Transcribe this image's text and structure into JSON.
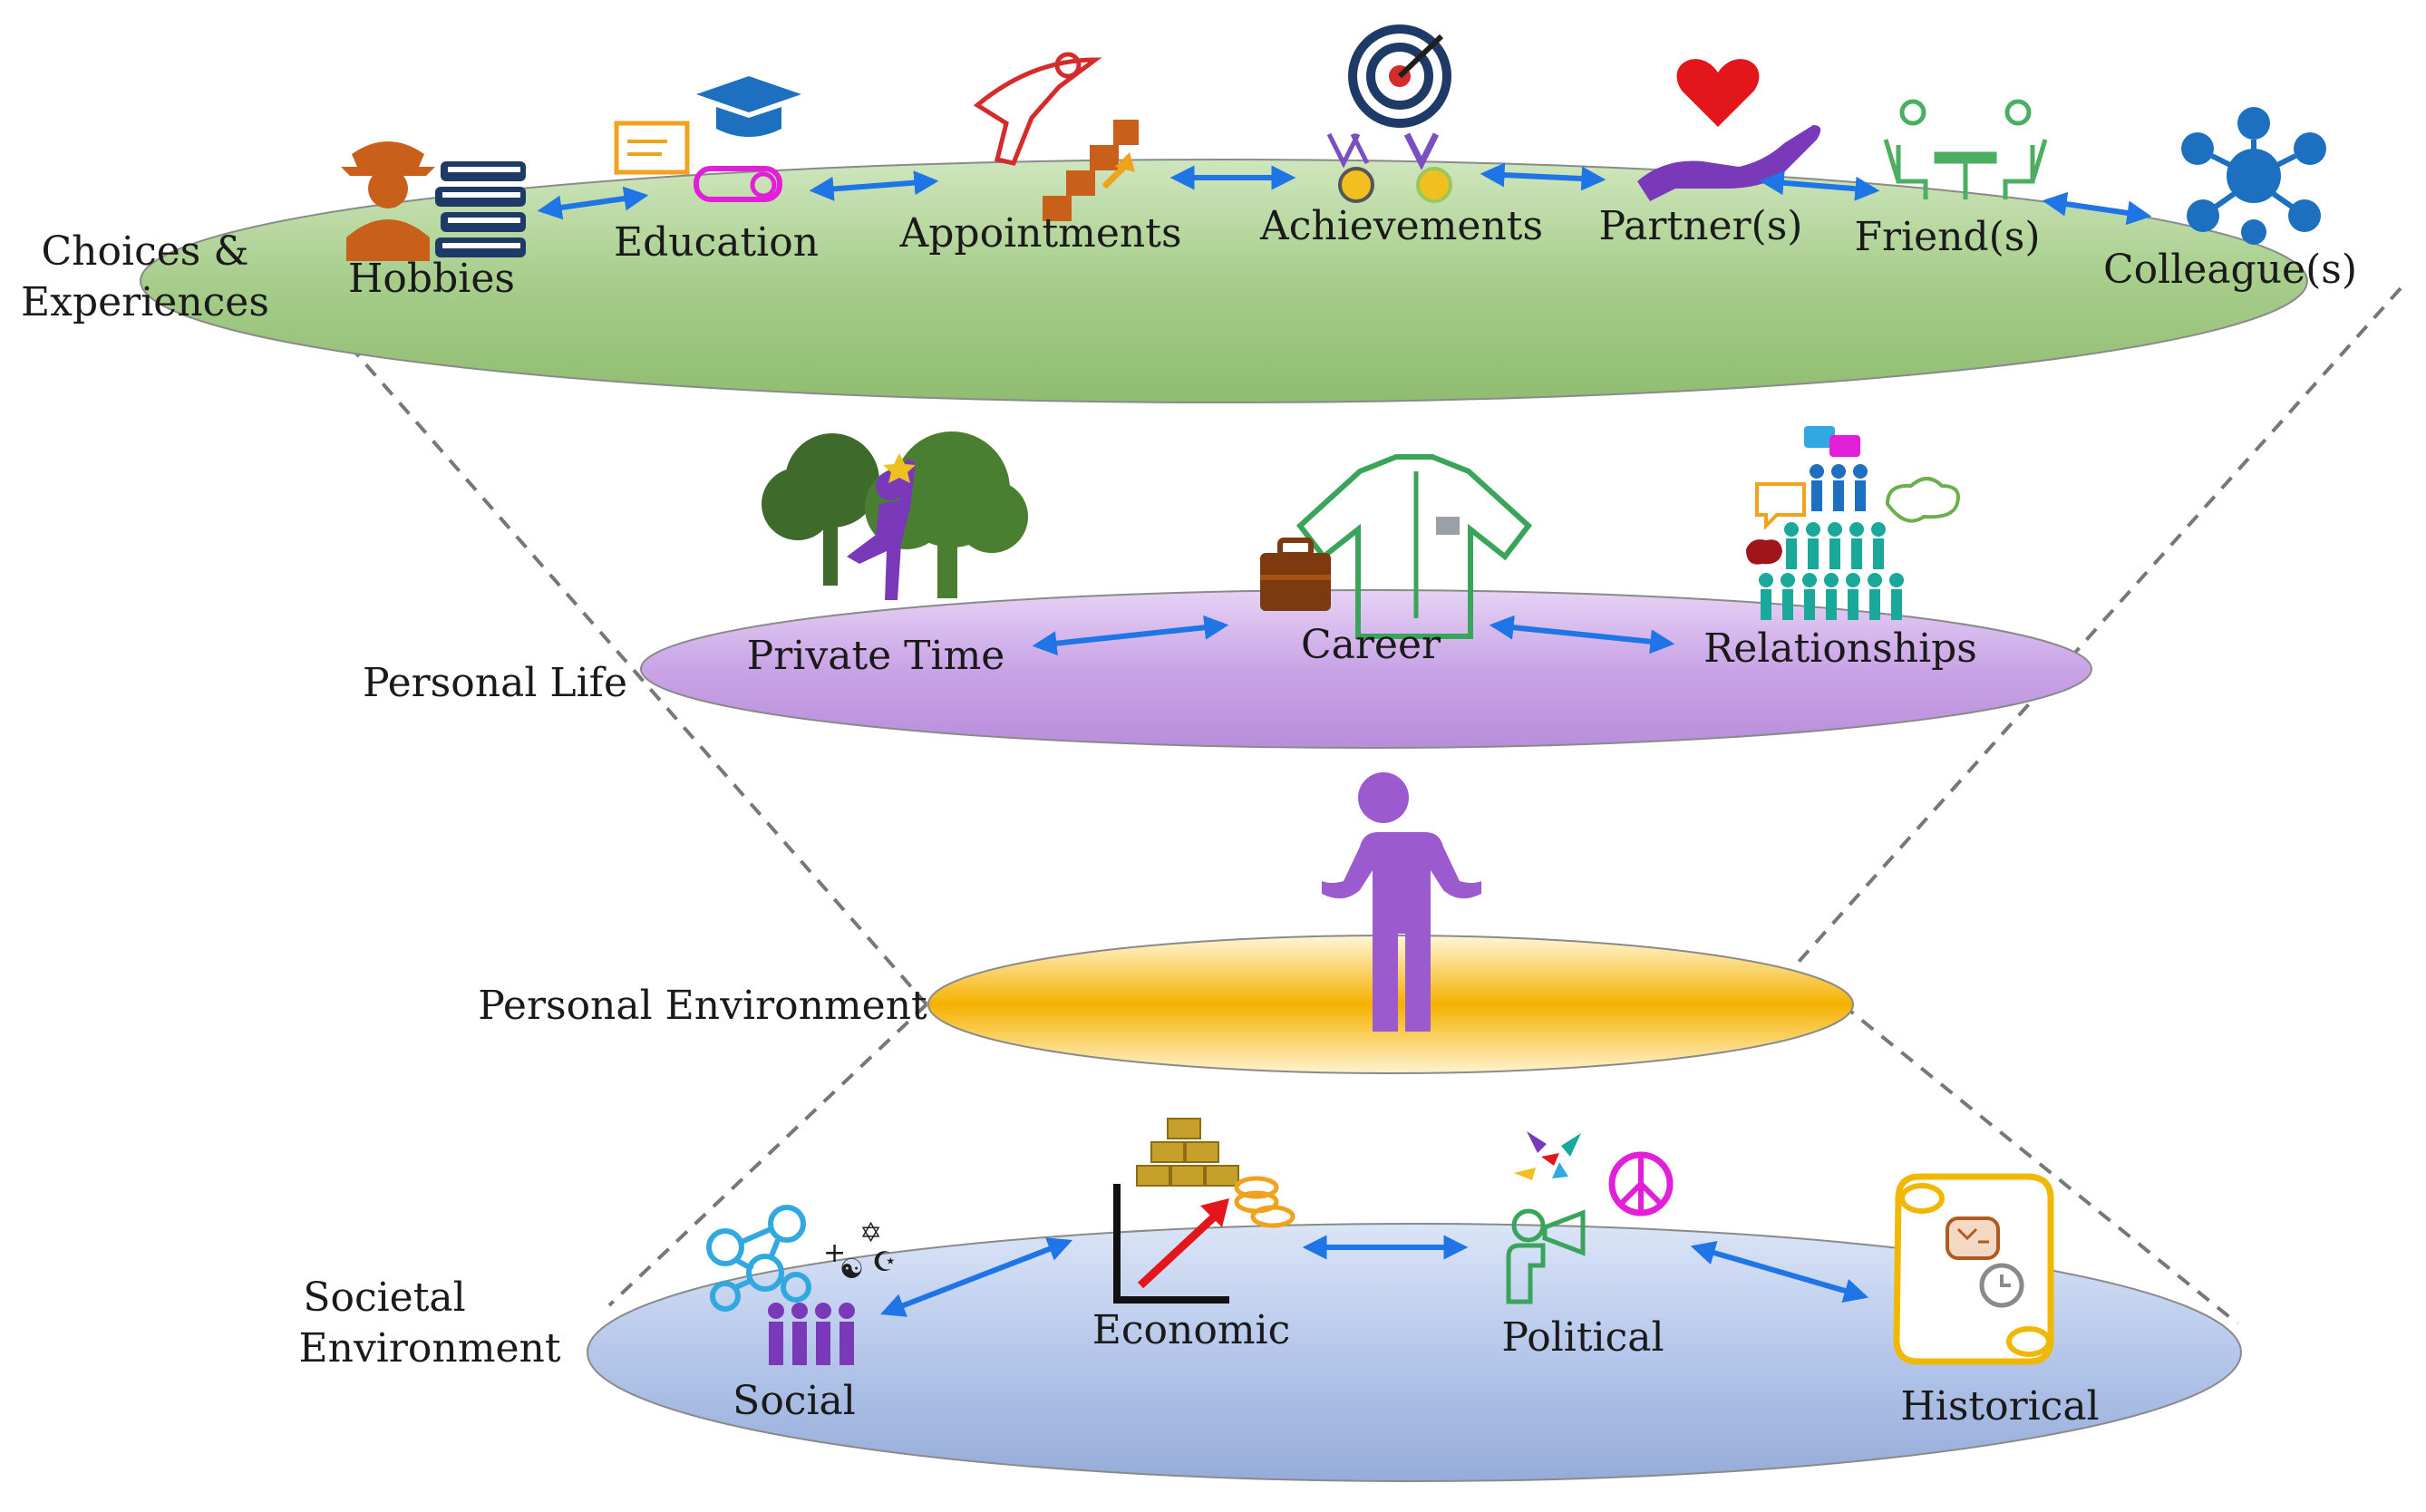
{
  "levels": {
    "choices": {
      "label_line1": "Choices &",
      "label_line2": "Experiences"
    },
    "personal_life": {
      "label": "Personal Life"
    },
    "personal_environment": {
      "label": "Personal Environment"
    },
    "societal": {
      "label_line1": "Societal",
      "label_line2": "Environment"
    }
  },
  "choices_items": [
    "Hobbies",
    "Education",
    "Appointments",
    "Achievements",
    "Partner(s)",
    "Friend(s)",
    "Colleague(s)"
  ],
  "personal_life_items": [
    "Private Time",
    "Career",
    "Relationships"
  ],
  "societal_items": [
    "Social",
    "Economic",
    "Political",
    "Historical"
  ],
  "colors": {
    "top_ellipse": "#a9cf8e",
    "middle_ellipse": "#c9a7e6",
    "core_ellipse": "#f6b400",
    "bottom_ellipse": "#a9bde6",
    "arrow": "#1f74e6",
    "person": "#9b5bcf"
  }
}
